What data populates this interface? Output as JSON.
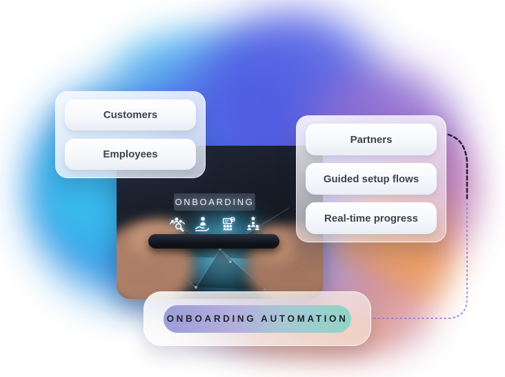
{
  "panels": {
    "left": {
      "items": [
        {
          "label": "Customers"
        },
        {
          "label": "Employees"
        }
      ]
    },
    "right": {
      "items": [
        {
          "label": "Partners"
        },
        {
          "label": "Guided setup flows"
        },
        {
          "label": "Real-time progress"
        }
      ]
    }
  },
  "photo": {
    "title": "ONBOARDING",
    "icons": [
      {
        "name": "people-search-icon"
      },
      {
        "name": "person-in-hand-icon"
      },
      {
        "name": "team-training-icon"
      },
      {
        "name": "team-star-icon"
      }
    ]
  },
  "banner": {
    "label": "ONBOARDING AUTOMATION"
  },
  "colors": {
    "blob_blue": "#2e93e6",
    "blob_cyan": "#38c4ee",
    "blob_indigo": "#4f5ce2",
    "blob_purple": "#8f6cd0",
    "blob_pink": "#c47cb4",
    "blob_orange": "#ec9a5e",
    "banner_gradient_start": "#9b9eda",
    "banner_gradient_end": "#8fd5c6",
    "connector_dark": "#23273a",
    "connector_blue": "#8583e2",
    "photo_glow": "#35a9cf",
    "pill_text": "#3e434c"
  }
}
